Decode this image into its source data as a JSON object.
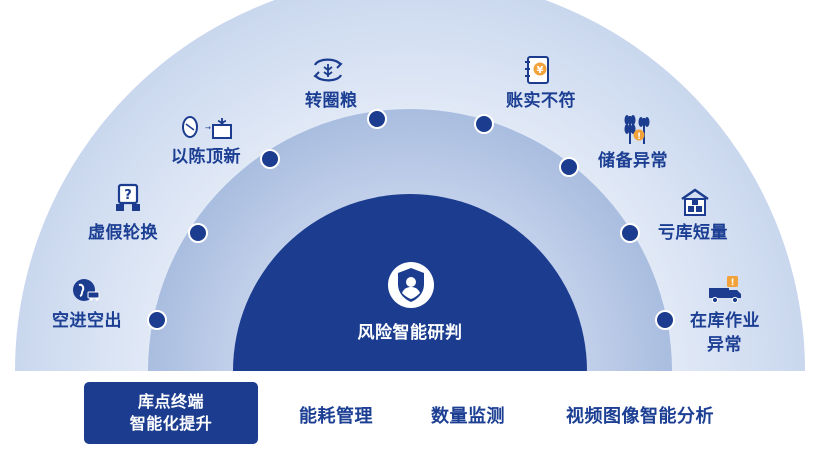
{
  "center": {
    "title": "风险智能研判"
  },
  "left_items": [
    {
      "label": "空进空出",
      "icon": "globe-truck-icon"
    },
    {
      "label": "虚假轮换",
      "icon": "question-box-icon"
    },
    {
      "label": "以陈顶新",
      "icon": "grain-swap-icon"
    },
    {
      "label": "转圈粮",
      "icon": "cycle-grain-icon"
    }
  ],
  "right_items": [
    {
      "label": "账实不符",
      "icon": "ledger-yuan-icon"
    },
    {
      "label": "储备异常",
      "icon": "wheat-alert-icon"
    },
    {
      "label": "亏库短量",
      "icon": "warehouse-icon"
    },
    {
      "label": "在库作业",
      "label2": "异常",
      "icon": "truck-alert-icon"
    }
  ],
  "bottom_tabs": {
    "active_line1": "库点终端",
    "active_line2": "智能化提升",
    "tab2": "能耗管理",
    "tab3": "数量监测",
    "tab4": "视频图像智能分析"
  },
  "colors": {
    "navy": "#1b3c8f",
    "outer_ring": "#d8e3f3",
    "middle_ring": "#b9c9e6",
    "text": "#1c3f94"
  }
}
